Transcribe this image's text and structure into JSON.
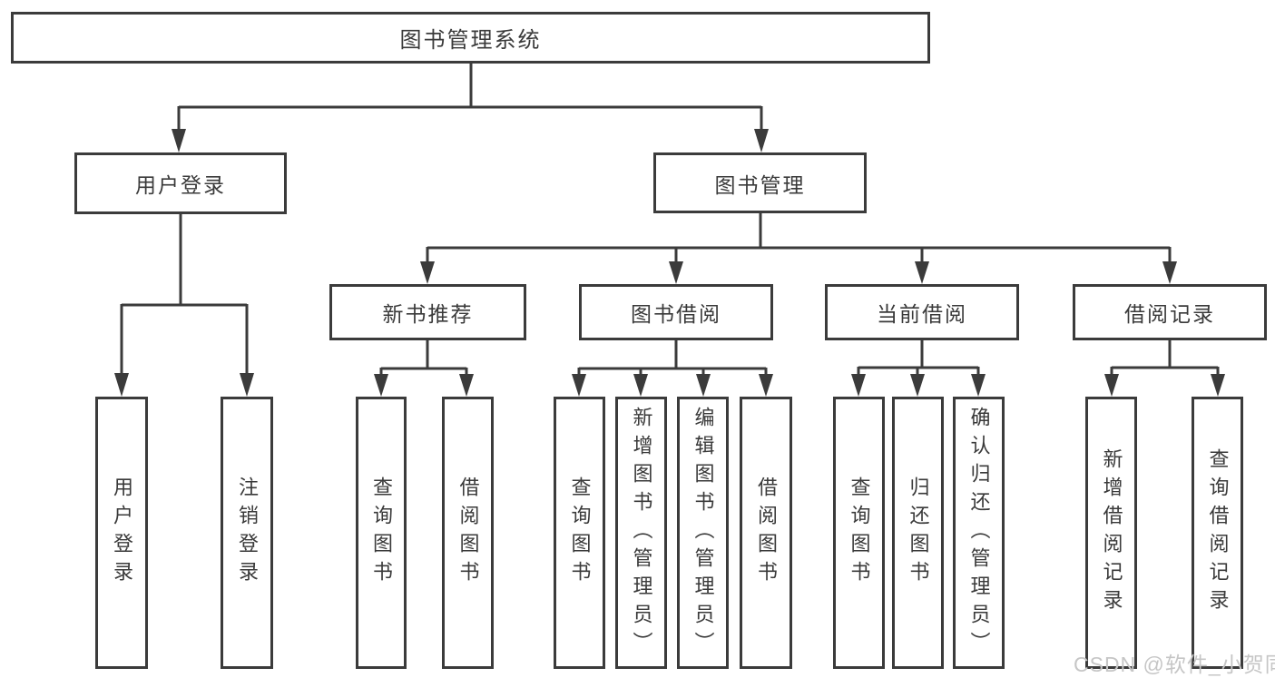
{
  "diagram": {
    "root": {
      "label": "图书管理系统"
    },
    "branches": [
      {
        "label": "用户登录",
        "children": [
          {
            "label": "用户登录"
          },
          {
            "label": "注销登录"
          }
        ]
      },
      {
        "label": "图书管理",
        "children": [
          {
            "label": "新书推荐",
            "children": [
              {
                "label": "查询图书"
              },
              {
                "label": "借阅图书"
              }
            ]
          },
          {
            "label": "图书借阅",
            "children": [
              {
                "label": "查询图书"
              },
              {
                "label": "新增图书（管理员）"
              },
              {
                "label": "编辑图书（管理员）"
              },
              {
                "label": "借阅图书"
              }
            ]
          },
          {
            "label": "当前借阅",
            "children": [
              {
                "label": "查询图书"
              },
              {
                "label": "归还图书"
              },
              {
                "label": "确认归还（管理员）"
              }
            ]
          },
          {
            "label": "借阅记录",
            "children": [
              {
                "label": "新增借阅记录"
              },
              {
                "label": "查询借阅记录"
              }
            ]
          }
        ]
      }
    ]
  },
  "watermark": {
    "text": "CSDN @软件_小贺同学"
  },
  "colors": {
    "background": "#ffffff",
    "box_border": "#3b3b3b",
    "connector_line": "#3b3b3b",
    "text": "#3a3a3a",
    "watermark_text": "#c6c6c6"
  }
}
